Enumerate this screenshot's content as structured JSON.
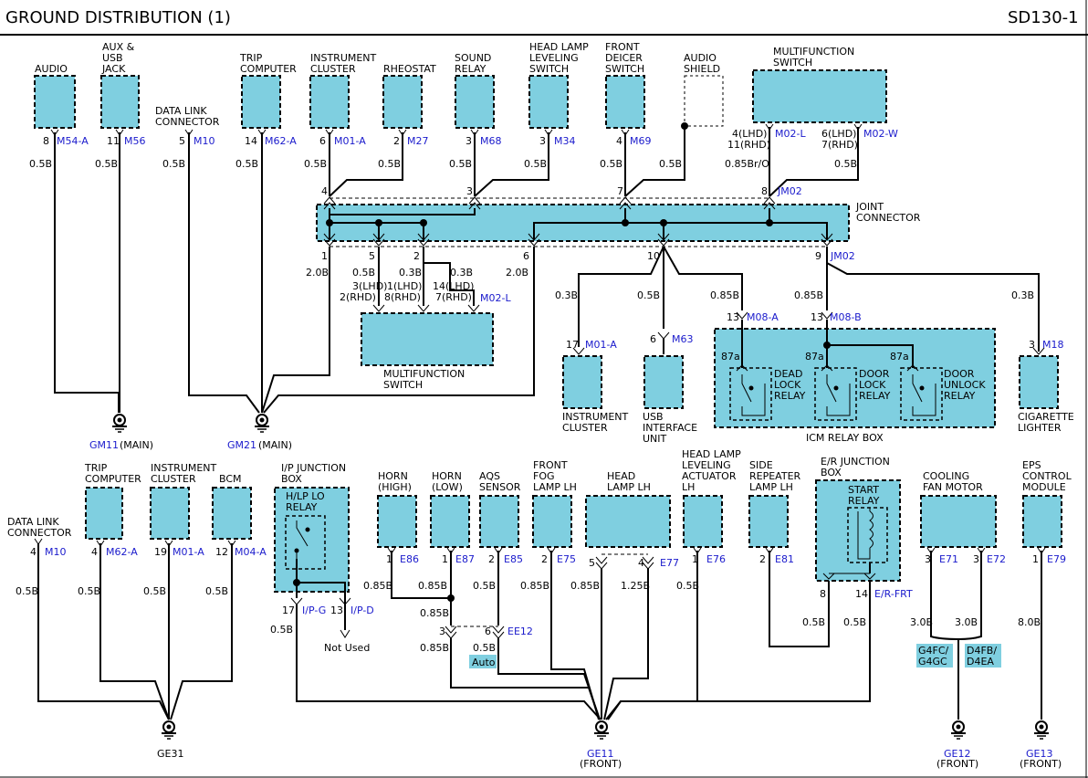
{
  "header": {
    "title": "GROUND DISTRIBUTION (1)",
    "page": "SD130-1"
  },
  "top_components": [
    {
      "label": [
        "AUDIO"
      ],
      "pin": "8",
      "conn": "M54-A",
      "wire": "0.5B"
    },
    {
      "label": [
        "AUX &",
        "USB",
        "JACK"
      ],
      "pin": "11",
      "conn": "M56",
      "wire": "0.5B"
    },
    {
      "label": [
        "DATA LINK",
        "CONNECTOR"
      ],
      "pin": "5",
      "conn": "M10",
      "wire": "0.5B"
    },
    {
      "label": [
        "TRIP",
        "COMPUTER"
      ],
      "pin": "14",
      "conn": "M62-A",
      "wire": "0.5B"
    },
    {
      "label": [
        "INSTRUMENT",
        "CLUSTER"
      ],
      "pin": "6",
      "conn": "M01-A",
      "wire": "0.5B"
    },
    {
      "label": [
        "RHEOSTAT"
      ],
      "pin": "2",
      "conn": "M27",
      "wire": "0.5B"
    },
    {
      "label": [
        "SOUND",
        "RELAY"
      ],
      "pin": "3",
      "conn": "M68",
      "wire": "0.5B"
    },
    {
      "label": [
        "HEAD LAMP",
        "LEVELING",
        "SWITCH"
      ],
      "pin": "3",
      "conn": "M34",
      "wire": "0.5B"
    },
    {
      "label": [
        "FRONT",
        "DEICER",
        "SWITCH"
      ],
      "pin": "4",
      "conn": "M69",
      "wire": "0.5B"
    },
    {
      "label": [
        "AUDIO",
        "SHIELD"
      ],
      "wire": "0.5B"
    },
    {
      "label": [
        "MULTIFUNCTION",
        "SWITCH"
      ],
      "conn_a": "M02-L",
      "conn_b": "M02-W",
      "pin_a": [
        "4(LHD)",
        "11(RHD)"
      ],
      "pin_b": [
        "6(LHD)",
        "7(RHD)"
      ],
      "wire_a": "0.85Br/O",
      "wire_b": "0.5B"
    }
  ],
  "joint": {
    "label": [
      "JOINT",
      "CONNECTOR"
    ],
    "top_pins": [
      "4",
      "3",
      "7",
      "8"
    ],
    "bottom_pins": [
      "1",
      "5",
      "2",
      "6",
      "10",
      "9"
    ],
    "conn": "JM02",
    "wires_below": [
      "2.0B",
      "0.5B",
      "0.3B",
      "0.3B",
      "2.0B"
    ]
  },
  "mfs_lower": {
    "label": [
      "MULTIFUNCTION",
      "SWITCH"
    ],
    "pins_a": [
      "3(LHD)",
      "2(RHD)"
    ],
    "pins_b": [
      "1(LHD)",
      "8(RHD)"
    ],
    "pins_c": [
      "14(LHD)",
      "7(RHD)"
    ],
    "conn": "M02-L"
  },
  "mid_right": {
    "ic": {
      "label": [
        "INSTRUMENT",
        "CLUSTER"
      ],
      "pin": "17",
      "conn": "M01-A",
      "wire": "0.3B"
    },
    "usb": {
      "label": [
        "USB",
        "INTERFACE",
        "UNIT"
      ],
      "pin": "6",
      "conn": "M63",
      "wire": "0.5B"
    },
    "icm": {
      "label": "ICM RELAY BOX",
      "pin_a": "13",
      "conn_a": "M08-A",
      "pin_b": "13",
      "conn_b": "M08-B",
      "wire_a": "0.85B",
      "wire_b": "0.85B",
      "relays": [
        [
          "DEAD",
          "LOCK",
          "RELAY"
        ],
        [
          "DOOR",
          "LOCK",
          "RELAY"
        ],
        [
          "DOOR",
          "UNLOCK",
          "RELAY"
        ]
      ],
      "term": "87a"
    },
    "cig": {
      "label": [
        "CIGARETTE",
        "LIGHTER"
      ],
      "pin": "3",
      "conn": "M18",
      "wire": "0.3B"
    }
  },
  "grounds_top": [
    {
      "name": "GM11",
      "suffix": "(MAIN)"
    },
    {
      "name": "GM21",
      "suffix": "(MAIN)"
    }
  ],
  "bottom_left": [
    {
      "label": [
        "DATA LINK",
        "CONNECTOR"
      ],
      "pin": "4",
      "conn": "M10",
      "wire": "0.5B"
    },
    {
      "label": [
        "TRIP",
        "COMPUTER"
      ],
      "pin": "4",
      "conn": "M62-A",
      "wire": "0.5B"
    },
    {
      "label": [
        "INSTRUMENT",
        "CLUSTER"
      ],
      "pin": "19",
      "conn": "M01-A",
      "wire": "0.5B"
    },
    {
      "label": [
        "BCM"
      ],
      "pin": "12",
      "conn": "M04-A",
      "wire": "0.5B"
    }
  ],
  "ip_box": {
    "label": [
      "I/P JUNCTION",
      "BOX"
    ],
    "relay": [
      "H/LP LO",
      "RELAY"
    ],
    "pin_g": "17",
    "conn_g": "I/P-G",
    "pin_d": "13",
    "conn_d": "I/P-D",
    "wire": "0.5B",
    "not_used": "Not Used"
  },
  "bottom_mid": [
    {
      "label": [
        "HORN",
        "(HIGH)"
      ],
      "pin": "1",
      "conn": "E86",
      "wire": "0.85B"
    },
    {
      "label": [
        "HORN",
        "(LOW)"
      ],
      "pin": "1",
      "conn": "E87",
      "wire": "0.85B"
    },
    {
      "label": [
        "AQS",
        "SENSOR"
      ],
      "pin": "2",
      "conn": "E85",
      "wire": "0.5B"
    },
    {
      "label": [
        "FRONT",
        "FOG",
        "LAMP LH"
      ],
      "pin": "2",
      "conn": "E75",
      "wire": "0.85B"
    },
    {
      "label": [
        "HEAD",
        "LAMP LH"
      ],
      "pin_a": "5",
      "pin_b": "4",
      "conn": "E77",
      "wire_a": "0.85B",
      "wire_b": "1.25B"
    },
    {
      "label": [
        "HEAD LAMP",
        "LEVELING",
        "ACTUATOR",
        "LH"
      ],
      "pin": "1",
      "conn": "E76",
      "wire": "0.5B"
    },
    {
      "label": [
        "SIDE",
        "REPEATER",
        "LAMP LH"
      ],
      "pin": "2",
      "conn": "E81",
      "wire": "0.5B"
    }
  ],
  "ee12": {
    "pin_a": "3",
    "pin_b": "6",
    "conn": "EE12",
    "wire_a": "0.85B",
    "wire_b": "0.5B",
    "wire_c": "0.85B",
    "auto": "Auto"
  },
  "er_box": {
    "label": [
      "E/R JUNCTION",
      "BOX"
    ],
    "relay": [
      "START",
      "RELAY"
    ],
    "pin_a": "8",
    "pin_b": "14",
    "conn": "E/R-FRT",
    "wire": "0.5B"
  },
  "fan": {
    "label": [
      "COOLING",
      "FAN MOTOR"
    ],
    "pin_a": "3",
    "conn_a": "E71",
    "pin_b": "3",
    "conn_b": "E72",
    "wire_a": "3.0B",
    "wire_b": "3.0B",
    "tag_a": [
      "G4FC/",
      "G4GC"
    ],
    "tag_b": [
      "D4FB/",
      "D4EA"
    ]
  },
  "eps": {
    "label": [
      "EPS",
      "CONTROL",
      "MODULE"
    ],
    "pin": "1",
    "conn": "E79",
    "wire": "8.0B"
  },
  "grounds_bottom": [
    {
      "name": "GE31",
      "suffix": ""
    },
    {
      "name": "GE11",
      "suffix": "(FRONT)"
    },
    {
      "name": "GE12",
      "suffix": "(FRONT)"
    },
    {
      "name": "GE13",
      "suffix": "(FRONT)"
    }
  ]
}
